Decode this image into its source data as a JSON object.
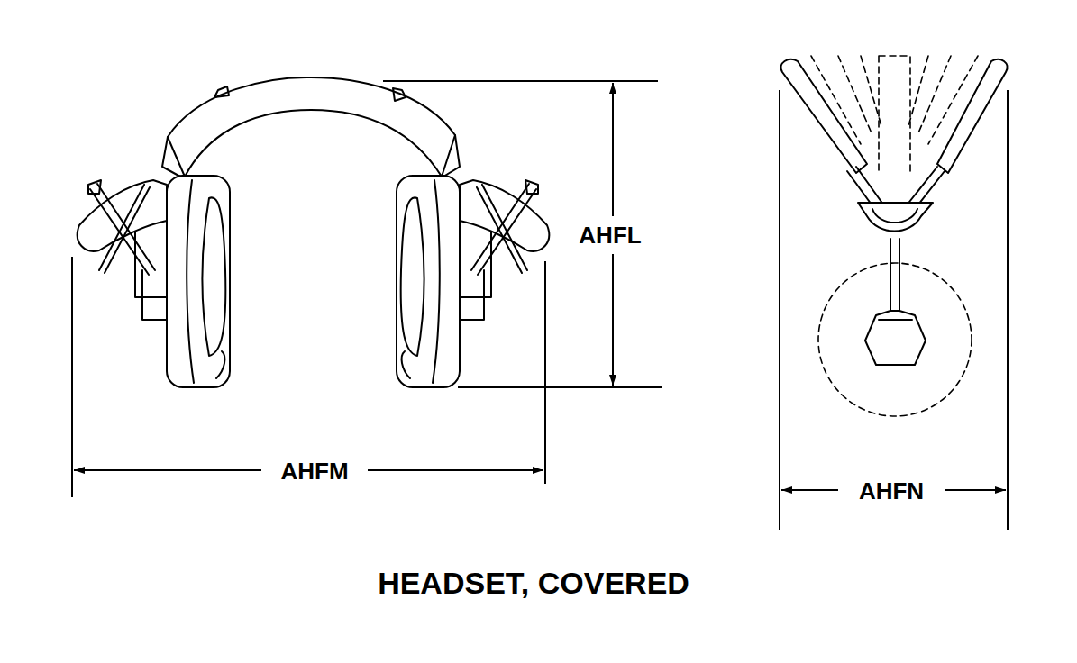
{
  "diagram": {
    "caption": "HEADSET, COVERED",
    "labels": [
      "AHFL",
      "AHFM",
      "AHFN"
    ]
  }
}
